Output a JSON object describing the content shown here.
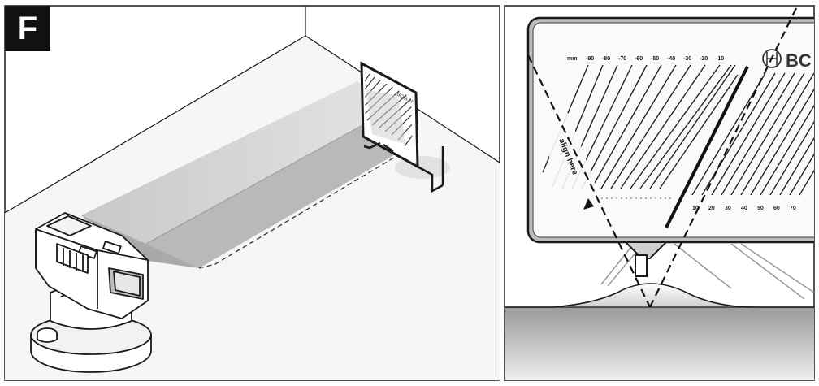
{
  "figure": {
    "label": "F",
    "colors": {
      "outline": "#1a1a1a",
      "wall": "#ffffff",
      "floor": "#f3f3f3",
      "beam_light": "#d9d9d9",
      "beam_dark": "#b3b3b3",
      "ground_dark": "#8a8a8a",
      "ground_light": "#e8e8e8"
    }
  },
  "left_panel": {
    "target_logo": "BOSCH",
    "icons": [
      "line-laser-icon",
      "laser-target-plate-icon"
    ]
  },
  "right_panel": {
    "scale_top": [
      "mm",
      "-90",
      "-80",
      "-70",
      "-60",
      "-50",
      "-40",
      "-30",
      "-20",
      "-10"
    ],
    "scale_bottom": [
      "10",
      "20",
      "30",
      "40",
      "50",
      "60",
      "70"
    ],
    "align_text": "align here",
    "logo_partial": "BC"
  }
}
